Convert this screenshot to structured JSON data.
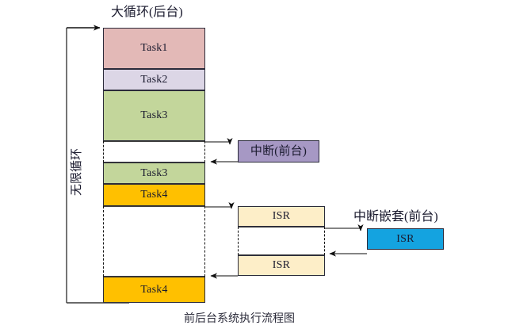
{
  "diagram": {
    "title_main": "大循环(后台)",
    "loop_label": "无限循环",
    "interrupt_label": "中断(前台)",
    "nested_interrupt_label": "中断嵌套(前台)",
    "caption": "前后台系统执行流程图"
  },
  "colors": {
    "task1": "#e3b9b7",
    "task2": "#dcd6e6",
    "task3": "#c3d69b",
    "task4": "#ffc000",
    "isr": "#fdeec8",
    "interrupt": "#a698c4",
    "nested_isr": "#14a3e0",
    "stroke": "#2b2b3a",
    "line": "#3a3a3a"
  },
  "background_tasks": [
    {
      "label": "Task1",
      "fill": "task1"
    },
    {
      "label": "Task2",
      "fill": "task2"
    },
    {
      "label": "Task3",
      "fill": "task3"
    },
    {
      "label": "Task3",
      "fill": "task3"
    },
    {
      "label": "Task4",
      "fill": "task4"
    },
    {
      "label": "Task4",
      "fill": "task4"
    }
  ],
  "isr_blocks": [
    {
      "label": "ISR"
    },
    {
      "label": "ISR"
    }
  ],
  "interrupt_block": {
    "label": "中断(前台)"
  },
  "nested_block": {
    "label": "ISR"
  }
}
